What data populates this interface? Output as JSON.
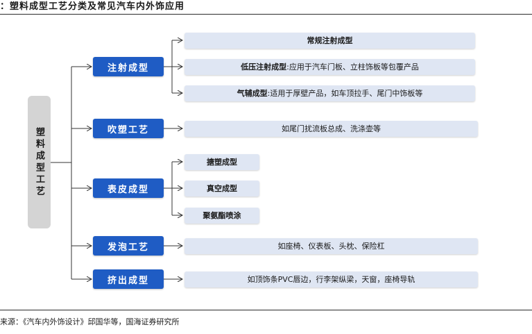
{
  "header": {
    "title": "：塑料成型工艺分类及常见汽车内外饰应用"
  },
  "root": {
    "label": "塑料成型工艺"
  },
  "categories": [
    {
      "label": "注射成型"
    },
    {
      "label": "吹塑工艺"
    },
    {
      "label": "表皮成型"
    },
    {
      "label": "发泡工艺"
    },
    {
      "label": "挤出成型"
    }
  ],
  "leaves": {
    "injection_regular": "常规注射成型",
    "injection_lowpressure_name": "低压注射成型",
    "injection_lowpressure_desc": ":应用于汽车门板、立柱饰板等包覆产品",
    "injection_gasassist_name": "气辅成型",
    "injection_gasassist_desc": ":适用于厚壁产品，如车顶拉手、尾门中饰板等",
    "blow": "如尾门扰流板总成、洗涤壶等",
    "skin_slush": "搪塑成型",
    "skin_vacuum": "真空成型",
    "skin_pu": "聚氨酯喷涂",
    "foam": "如座椅、仪表板、头枕、保险杠",
    "extrusion": "如顶饰条PVC唇边，行李架纵梁，天窗，座椅导轨"
  },
  "footer": {
    "source": "来源：《汽车内外饰设计》邱国华等，国海证券研究所"
  },
  "colors": {
    "accent": "#1f5cc4",
    "leaf_bg": "#dfe6f3",
    "root_bg": "#d4d4d4",
    "connector": "#333333"
  }
}
